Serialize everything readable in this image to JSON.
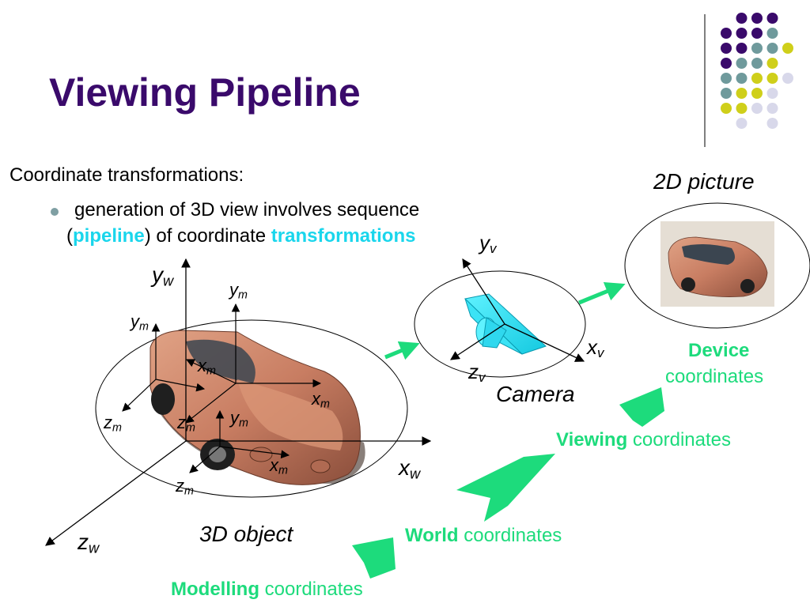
{
  "title": "Viewing Pipeline",
  "subtitle": "Coordinate transformations:",
  "bullet": {
    "prefix": "generation of 3D view involves sequence",
    "paren_open": "(",
    "highlight1": "pipeline",
    "middle": ") of coordinate",
    "highlight2": "transformations"
  },
  "labels": {
    "picture_2d": "2D picture",
    "camera": "Camera",
    "object_3d": "3D object"
  },
  "stages": {
    "modelling": {
      "bold": "Modelling",
      "rest": "coordinates"
    },
    "world": {
      "bold": "World",
      "rest": "coordinates"
    },
    "viewing": {
      "bold": "Viewing",
      "rest": "coordinates"
    },
    "device": {
      "bold": "Device",
      "rest": "coordinates"
    }
  },
  "axes": {
    "y": "y",
    "x": "x",
    "z": "z",
    "w": "w",
    "m": "m",
    "v": "v"
  },
  "colors": {
    "title": "#3a0a6b",
    "highlight": "#1ad6ec",
    "stage_green": "#1ddb7c",
    "dot_purple": "#3a0a6b",
    "dot_teal": "#6f9a9c",
    "dot_yellow": "#cfcf1a",
    "dot_lavender": "#d8d8ea"
  }
}
